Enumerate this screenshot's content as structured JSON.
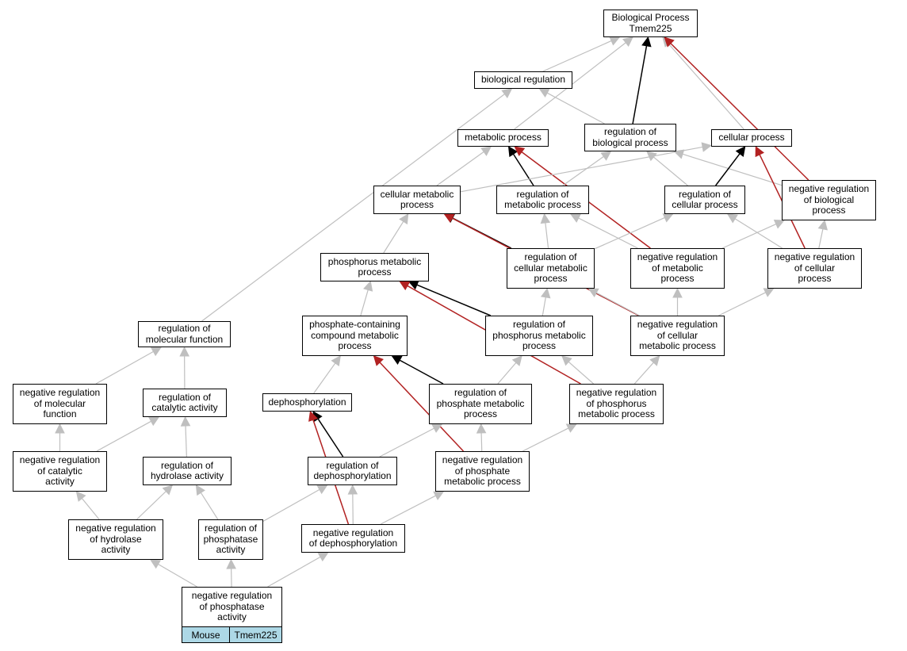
{
  "colors": {
    "gray": "#bfbfbf",
    "black": "#000000",
    "red": "#b22222",
    "legend_bg": "#add8e6"
  },
  "nodes": {
    "bp": "Biological Process\nTmem225",
    "bioreg": "biological regulation",
    "met": "metabolic process",
    "regbio": "regulation of\nbiological process",
    "cellproc": "cellular process",
    "cellmet": "cellular metabolic\nprocess",
    "regmet": "regulation of\nmetabolic process",
    "regcell": "regulation of\ncellular process",
    "negbio": "negative regulation\nof biological\nprocess",
    "phosmet": "phosphorus metabolic\nprocess",
    "regcellmet": "regulation of\ncellular metabolic\nprocess",
    "negmet": "negative regulation\nof metabolic\nprocess",
    "negcell": "negative regulation\nof cellular\nprocess",
    "regmol": "regulation of\nmolecular function",
    "phoscomp": "phosphate-containing\ncompound metabolic\nprocess",
    "regphos": "regulation of\nphosphorus metabolic\nprocess",
    "negcellmet": "negative regulation\nof cellular\nmetabolic process",
    "negmol": "negative regulation\nof molecular\nfunction",
    "regcat": "regulation of\ncatalytic activity",
    "dephos": "dephosphorylation",
    "regphate": "regulation of\nphosphate metabolic\nprocess",
    "negphos": "negative regulation\nof phosphorus\nmetabolic process",
    "negcat": "negative regulation\nof catalytic\nactivity",
    "reghyd": "regulation of\nhydrolase activity",
    "regdephos": "regulation of\ndephosphorylation",
    "negphate": "negative regulation\nof phosphate\nmetabolic process",
    "neghyd": "negative regulation\nof hydrolase\nactivity",
    "regptase": "regulation of\nphosphatase\nactivity",
    "negdephos": "negative regulation\nof dephosphorylation",
    "negptase": "negative regulation\nof phosphatase\nactivity"
  },
  "legend": {
    "species": "Mouse",
    "gene": "Tmem225"
  },
  "edges": [
    [
      "bioreg",
      "bp",
      "gray"
    ],
    [
      "met",
      "bp",
      "gray"
    ],
    [
      "regbio",
      "bp",
      "black"
    ],
    [
      "cellproc",
      "bp",
      "gray"
    ],
    [
      "negbio",
      "bp",
      "red"
    ],
    [
      "regbio",
      "bioreg",
      "gray"
    ],
    [
      "cellmet",
      "met",
      "gray"
    ],
    [
      "regmet",
      "met",
      "black"
    ],
    [
      "negmet",
      "met",
      "red"
    ],
    [
      "regmet",
      "regbio",
      "gray"
    ],
    [
      "regcell",
      "regbio",
      "gray"
    ],
    [
      "negbio",
      "regbio",
      "gray"
    ],
    [
      "cellmet",
      "cellproc",
      "gray"
    ],
    [
      "regcell",
      "cellproc",
      "black"
    ],
    [
      "negcell",
      "cellproc",
      "red"
    ],
    [
      "phosmet",
      "cellmet",
      "gray"
    ],
    [
      "regcellmet",
      "cellmet",
      "black"
    ],
    [
      "negcellmet",
      "cellmet",
      "red"
    ],
    [
      "regcellmet",
      "regmet",
      "gray"
    ],
    [
      "negmet",
      "regmet",
      "gray"
    ],
    [
      "regcellmet",
      "regcell",
      "gray"
    ],
    [
      "negcell",
      "regcell",
      "gray"
    ],
    [
      "negmet",
      "negbio",
      "gray"
    ],
    [
      "negcell",
      "negbio",
      "gray"
    ],
    [
      "phoscomp",
      "phosmet",
      "gray"
    ],
    [
      "regphos",
      "phosmet",
      "black"
    ],
    [
      "negphos",
      "phosmet",
      "red"
    ],
    [
      "regphos",
      "regcellmet",
      "gray"
    ],
    [
      "negcellmet",
      "regcellmet",
      "gray"
    ],
    [
      "negcellmet",
      "negmet",
      "gray"
    ],
    [
      "negcellmet",
      "negcell",
      "gray"
    ],
    [
      "regmol",
      "bioreg",
      "gray"
    ],
    [
      "dephos",
      "phoscomp",
      "gray"
    ],
    [
      "regphate",
      "phoscomp",
      "black"
    ],
    [
      "negphate",
      "phoscomp",
      "red"
    ],
    [
      "regphate",
      "regphos",
      "gray"
    ],
    [
      "negphos",
      "regphos",
      "gray"
    ],
    [
      "negphos",
      "negcellmet",
      "gray"
    ],
    [
      "negmol",
      "regmol",
      "gray"
    ],
    [
      "regcat",
      "regmol",
      "gray"
    ],
    [
      "negcat",
      "negmol",
      "gray"
    ],
    [
      "negcat",
      "regcat",
      "gray"
    ],
    [
      "reghyd",
      "regcat",
      "gray"
    ],
    [
      "regdephos",
      "dephos",
      "black"
    ],
    [
      "negdephos",
      "dephos",
      "red"
    ],
    [
      "regdephos",
      "regphate",
      "gray"
    ],
    [
      "negphate",
      "regphate",
      "gray"
    ],
    [
      "negphate",
      "negphos",
      "gray"
    ],
    [
      "neghyd",
      "negcat",
      "gray"
    ],
    [
      "neghyd",
      "reghyd",
      "gray"
    ],
    [
      "regptase",
      "reghyd",
      "gray"
    ],
    [
      "regptase",
      "regdephos",
      "gray"
    ],
    [
      "negdephos",
      "regdephos",
      "gray"
    ],
    [
      "negdephos",
      "negphate",
      "gray"
    ],
    [
      "negptase",
      "neghyd",
      "gray"
    ],
    [
      "negptase",
      "regptase",
      "gray"
    ],
    [
      "negptase",
      "negdephos",
      "gray"
    ]
  ]
}
